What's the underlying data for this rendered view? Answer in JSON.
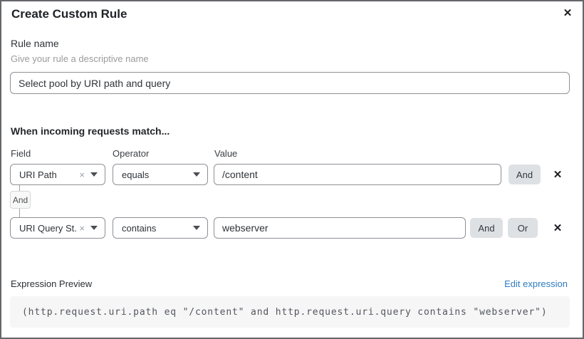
{
  "dialog": {
    "title": "Create Custom Rule",
    "close_icon": "✕"
  },
  "rule_name": {
    "label": "Rule name",
    "helper": "Give your rule a descriptive name",
    "value": "Select pool by URI path and query"
  },
  "matcher": {
    "heading": "When incoming requests match...",
    "columns": {
      "field": "Field",
      "operator": "Operator",
      "value": "Value"
    },
    "connector": "And",
    "clear_icon": "×",
    "remove_icon": "✕",
    "rows": [
      {
        "field": "URI Path",
        "operator": "equals",
        "value": "/content",
        "and_label": "And"
      },
      {
        "field": "URI Query St...",
        "operator": "contains",
        "value": "webserver",
        "and_label": "And",
        "or_label": "Or"
      }
    ]
  },
  "expression": {
    "label": "Expression Preview",
    "edit_link": "Edit expression",
    "code": "(http.request.uri.path eq \"/content\" and http.request.uri.query contains \"webserver\")"
  },
  "colors": {
    "link_blue": "#2f7bbf",
    "button_gray": "#dee1e4",
    "code_bg": "#f6f6f7",
    "input_border": "#8d9095",
    "dialog_border": "#65666a"
  }
}
